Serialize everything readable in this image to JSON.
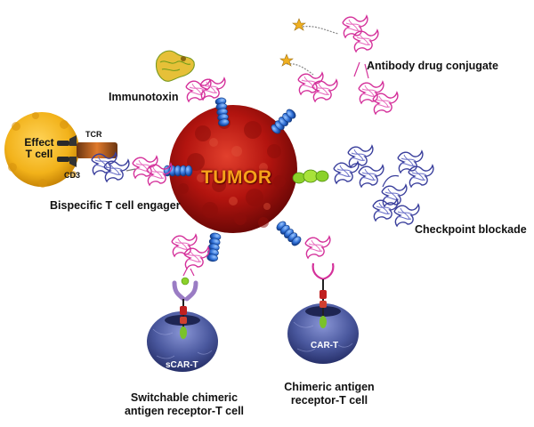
{
  "labels": {
    "tumor": "TUMOR",
    "immunotoxin": "Immunotoxin",
    "adc": "Antibody drug conjugate",
    "bite": "Bispecific T cell engager",
    "checkpoint": "Checkpoint blockade",
    "effect_t_cell_line1": "Effect",
    "effect_t_cell_line2": "T cell",
    "tcr": "TCR",
    "cd3": "CD3",
    "scar_t": "sCAR-T",
    "car_t": "CAR-T",
    "scar_caption_line1": "Switchable chimeric",
    "scar_caption_line2": "antigen receptor-T cell",
    "car_caption_line1": "Chimeric antigen",
    "car_caption_line2": "receptor-T cell"
  },
  "colors": {
    "tumor": "#b3140f",
    "tumor_text": "#f6a21a",
    "antigen_blue": "#2f6fd6",
    "antibody_pink": "#d4309a",
    "antibody_navy": "#3a3f9c",
    "t_cell_yellow": "#f2b21a",
    "car_t_cell": "#3d4a8e",
    "checkpoint_green": "#8bd12a"
  }
}
